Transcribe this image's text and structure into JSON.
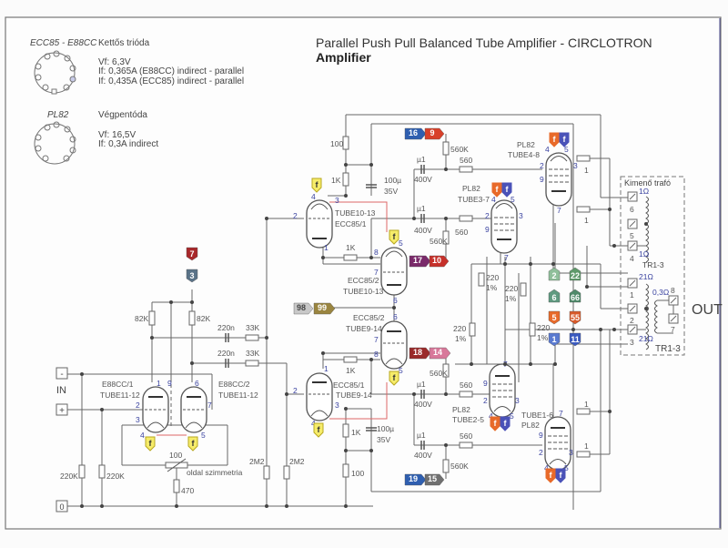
{
  "header": {
    "title": "Parallel Push Pull Balanced Tube Amplifier - CIRCLOTRON",
    "subtitle": "Amplifier"
  },
  "legend": {
    "ecc85": {
      "name": "ECC85 - E88CC",
      "type": "Kettős trióda",
      "lines": [
        "Vf: 6,3V",
        "If: 0,365A (E88CC) indirect - parallel",
        "If: 0,435A (ECC85) indirect - parallel"
      ]
    },
    "pl82": {
      "name": "PL82",
      "type": "Végpentóda",
      "lines": [
        "Vf: 16,5V",
        "If: 0,3A indirect"
      ]
    }
  },
  "input": {
    "minus": "-",
    "plus": "+",
    "label": "IN",
    "ground": "0"
  },
  "output": {
    "label": "OUT",
    "box_title": "Kimenő trafó",
    "transformer": "TR1-3",
    "transformer_footer": "TR1-3",
    "terminals": [
      "6",
      "5",
      "4",
      "1",
      "2",
      "3",
      "8",
      "7"
    ],
    "impedances": {
      "t6": "1Ω",
      "t4": "1Ω",
      "t1": "21Ω",
      "t3": "21Ω",
      "sec": "0,3Ω"
    }
  },
  "tubes": {
    "e88cc_1": {
      "name": "E88CC/1",
      "id": "TUBE11-12"
    },
    "e88cc_2": {
      "name": "E88CC/2",
      "id": "TUBE11-12"
    },
    "t10_13_1": {
      "name": "TUBE10-13",
      "id": "ECC85/1"
    },
    "t10_13_2": {
      "name": "ECC85/2",
      "id": "TUBE10-13"
    },
    "t9_14_2": {
      "name": "ECC85/2",
      "id": "TUBE9-14"
    },
    "t9_14_1": {
      "name": "ECC85/1",
      "id": "TUBE9-14"
    },
    "pl_4_8": {
      "name": "PL82",
      "id": "TUBE4-8"
    },
    "pl_3_7": {
      "name": "PL82",
      "id": "TUBE3-7"
    },
    "pl_2_5": {
      "name": "PL82",
      "id": "TUBE2-5"
    },
    "pl_1_6": {
      "name": "PL82",
      "id": "TUBE1-6"
    }
  },
  "components": {
    "r82k": "82K",
    "c220n": "220n",
    "r33k": "33K",
    "r220k": "220K",
    "r100": "100",
    "r470": "470",
    "trim_label": "oldal szimmetria",
    "r2m2": "2M2",
    "r1k": "1K",
    "c100u": "100µ",
    "v35": "35V",
    "cu1": "µ1",
    "v400": "400V",
    "r560k": "560K",
    "r560": "560",
    "r1": "1",
    "r220": "220",
    "pct": "1%",
    "heater": "f"
  },
  "tags": [
    {
      "text": "7",
      "color": "#a8282a"
    },
    {
      "text": "3",
      "color": "#5a7388"
    },
    {
      "text": "16",
      "color": "#2f5fb0"
    },
    {
      "text": "9",
      "color": "#d8402a"
    },
    {
      "text": "17",
      "color": "#7a2a6a"
    },
    {
      "text": "10",
      "color": "#c6302a"
    },
    {
      "text": "98",
      "color": "#c8c8c8"
    },
    {
      "text": "99",
      "color": "#9a8540"
    },
    {
      "text": "18",
      "color": "#9a2a2a"
    },
    {
      "text": "14",
      "color": "#d8789a"
    },
    {
      "text": "19",
      "color": "#2f5fb0"
    },
    {
      "text": "15",
      "color": "#707070"
    },
    {
      "text": "2",
      "color": "#8fbf9a"
    },
    {
      "text": "22",
      "color": "#5f9a6a"
    },
    {
      "text": "6",
      "color": "#5f9a80"
    },
    {
      "text": "66",
      "color": "#4f8a6a"
    },
    {
      "text": "5",
      "color": "#e86a2a"
    },
    {
      "text": "55",
      "color": "#d85a2a"
    },
    {
      "text": "1",
      "color": "#5a7ad0"
    },
    {
      "text": "11",
      "color": "#3a5ac0"
    }
  ],
  "colors": {
    "heater_yellow": "#f6ec6a",
    "heater_orange": "#e86a2a",
    "heater_blue": "#4a52b8",
    "pin_blue": "#3a43a0",
    "wire": "#666666",
    "heater_wire": "#d66666"
  }
}
